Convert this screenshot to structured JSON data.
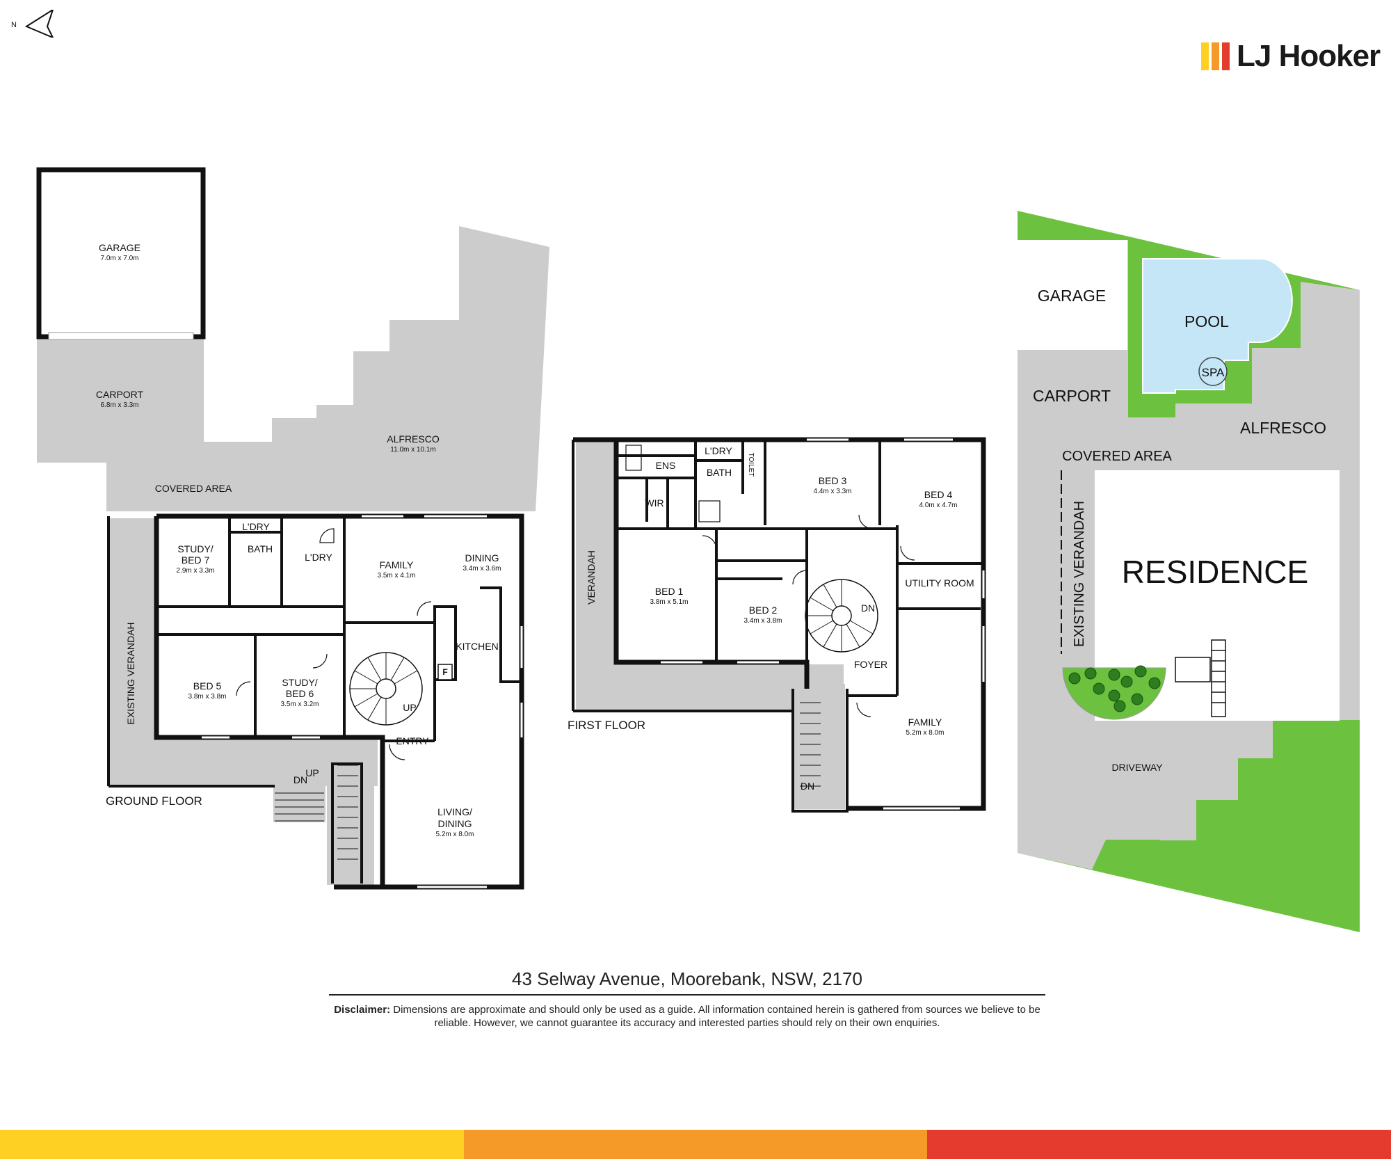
{
  "brand": {
    "name": "LJ Hooker",
    "bar_colors": [
      "#fdd023",
      "#f59a28",
      "#e53b2f"
    ]
  },
  "compass": {
    "label": "N"
  },
  "ground_floor": {
    "title": "GROUND FLOOR",
    "rooms": {
      "garage": {
        "name": "GARAGE",
        "size": "7.0m x 7.0m"
      },
      "carport": {
        "name": "CARPORT",
        "size": "6.8m x 3.3m"
      },
      "covered_area": {
        "name": "COVERED AREA"
      },
      "alfresco": {
        "name": "ALFRESCO",
        "size": "11.0m x 10.1m"
      },
      "study7": {
        "name1": "STUDY/",
        "name2": "BED 7",
        "size": "2.9m x 3.3m"
      },
      "ldry_small": {
        "name": "L'DRY"
      },
      "bath": {
        "name": "BATH"
      },
      "ldry": {
        "name": "L'DRY"
      },
      "family": {
        "name": "FAMILY",
        "size": "3.5m x 4.1m"
      },
      "dining": {
        "name": "DINING",
        "size": "3.4m x 3.6m"
      },
      "kitchen": {
        "name": "KITCHEN"
      },
      "fridge": {
        "name": "F"
      },
      "bed5": {
        "name": "BED 5",
        "size": "3.8m x 3.8m"
      },
      "study6": {
        "name1": "STUDY/",
        "name2": "BED 6",
        "size": "3.5m x 3.2m"
      },
      "up": {
        "name": "UP"
      },
      "entry": {
        "name": "ENTRY"
      },
      "living": {
        "name1": "LIVING/",
        "name2": "DINING",
        "size": "5.2m x 8.0m"
      },
      "verandah": {
        "name": "EXISTING VERANDAH"
      },
      "stair_dn": {
        "name": "DN"
      },
      "stair_up": {
        "name": "UP"
      }
    }
  },
  "first_floor": {
    "title": "FIRST FLOOR",
    "rooms": {
      "verandah": {
        "name": "VERANDAH"
      },
      "ens": {
        "name": "ENS"
      },
      "ldry": {
        "name": "L'DRY"
      },
      "bath": {
        "name": "BATH"
      },
      "toilet": {
        "name": "TOILET"
      },
      "wir": {
        "name": "WIR"
      },
      "bed3": {
        "name": "BED 3",
        "size": "4.4m x 3.3m"
      },
      "bed4": {
        "name": "BED 4",
        "size": "4.0m x 4.7m"
      },
      "bed1": {
        "name": "BED 1",
        "size": "3.8m x 5.1m"
      },
      "bed2": {
        "name": "BED 2",
        "size": "3.4m x 3.8m"
      },
      "stair_dn": {
        "name": "DN"
      },
      "utility": {
        "name": "UTILITY ROOM"
      },
      "foyer": {
        "name": "FOYER"
      },
      "family": {
        "name": "FAMILY",
        "size": "5.2m x 8.0m"
      },
      "ext_dn": {
        "name": "DN"
      }
    }
  },
  "site_plan": {
    "labels": {
      "garage": "GARAGE",
      "carport": "CARPORT",
      "pool": "POOL",
      "spa": "SPA",
      "alfresco": "ALFRESCO",
      "covered_area": "COVERED AREA",
      "verandah": "EXISTING VERANDAH",
      "residence": "RESIDENCE",
      "driveway": "DRIVEWAY"
    },
    "colors": {
      "lawn": "#6cc23f",
      "pool": "#c5e6f7",
      "paving": "#cccccc"
    }
  },
  "address": "43 Selway Avenue, Moorebank, NSW, 2170",
  "disclaimer": {
    "label": "Disclaimer:",
    "text": "Dimensions are approximate and should only be used as a guide. All information contained herein is gathered from sources we believe to be reliable. However, we cannot guarantee its accuracy and interested parties should rely on their own enquiries."
  }
}
